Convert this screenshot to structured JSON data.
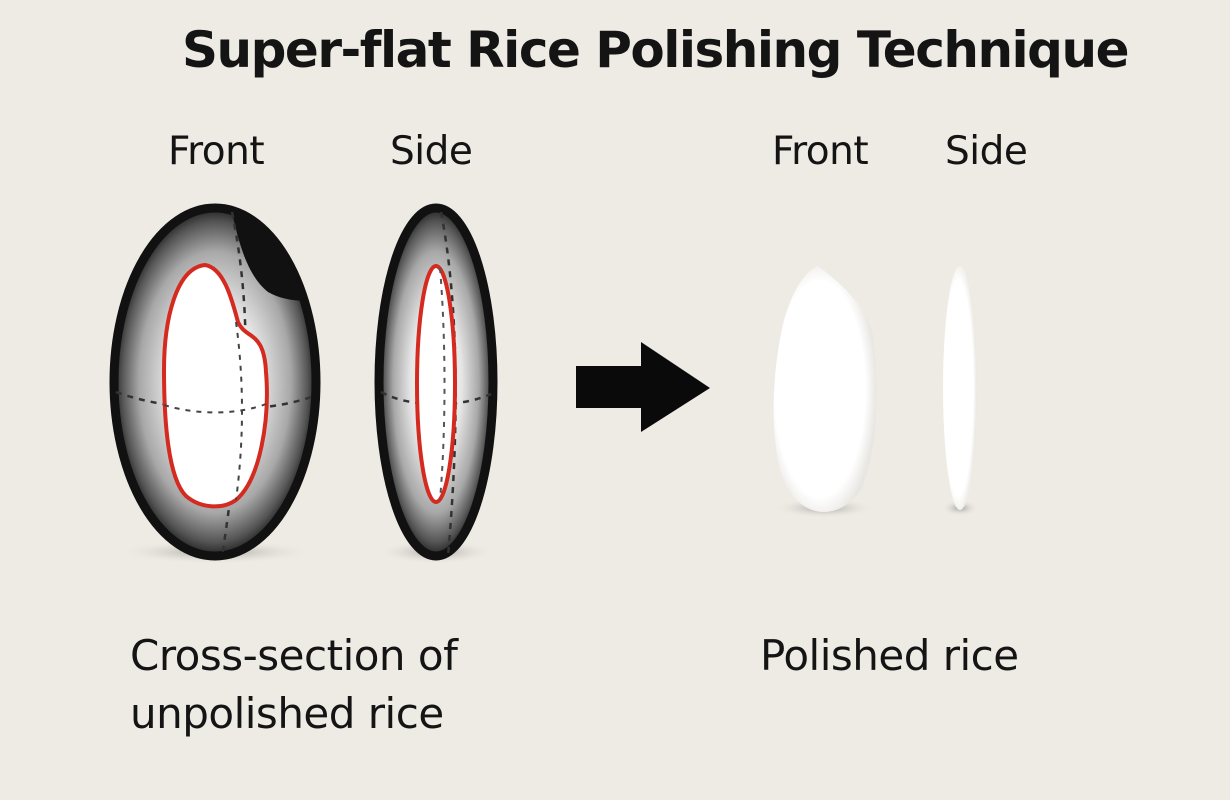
{
  "title": "Super-flat Rice Polishing Technique",
  "unpolished": {
    "front_label": "Front",
    "side_label": "Side",
    "caption_line1": "Cross-section of",
    "caption_line2": "unpolished rice"
  },
  "polished": {
    "front_label": "Front",
    "side_label": "Side",
    "caption": "Polished rice"
  },
  "colors": {
    "background": "#eeebe5",
    "outline": "#111111",
    "core_outline": "#d42a20",
    "polished": "#ffffff"
  },
  "icons": {
    "arrow": "right-arrow-icon"
  }
}
